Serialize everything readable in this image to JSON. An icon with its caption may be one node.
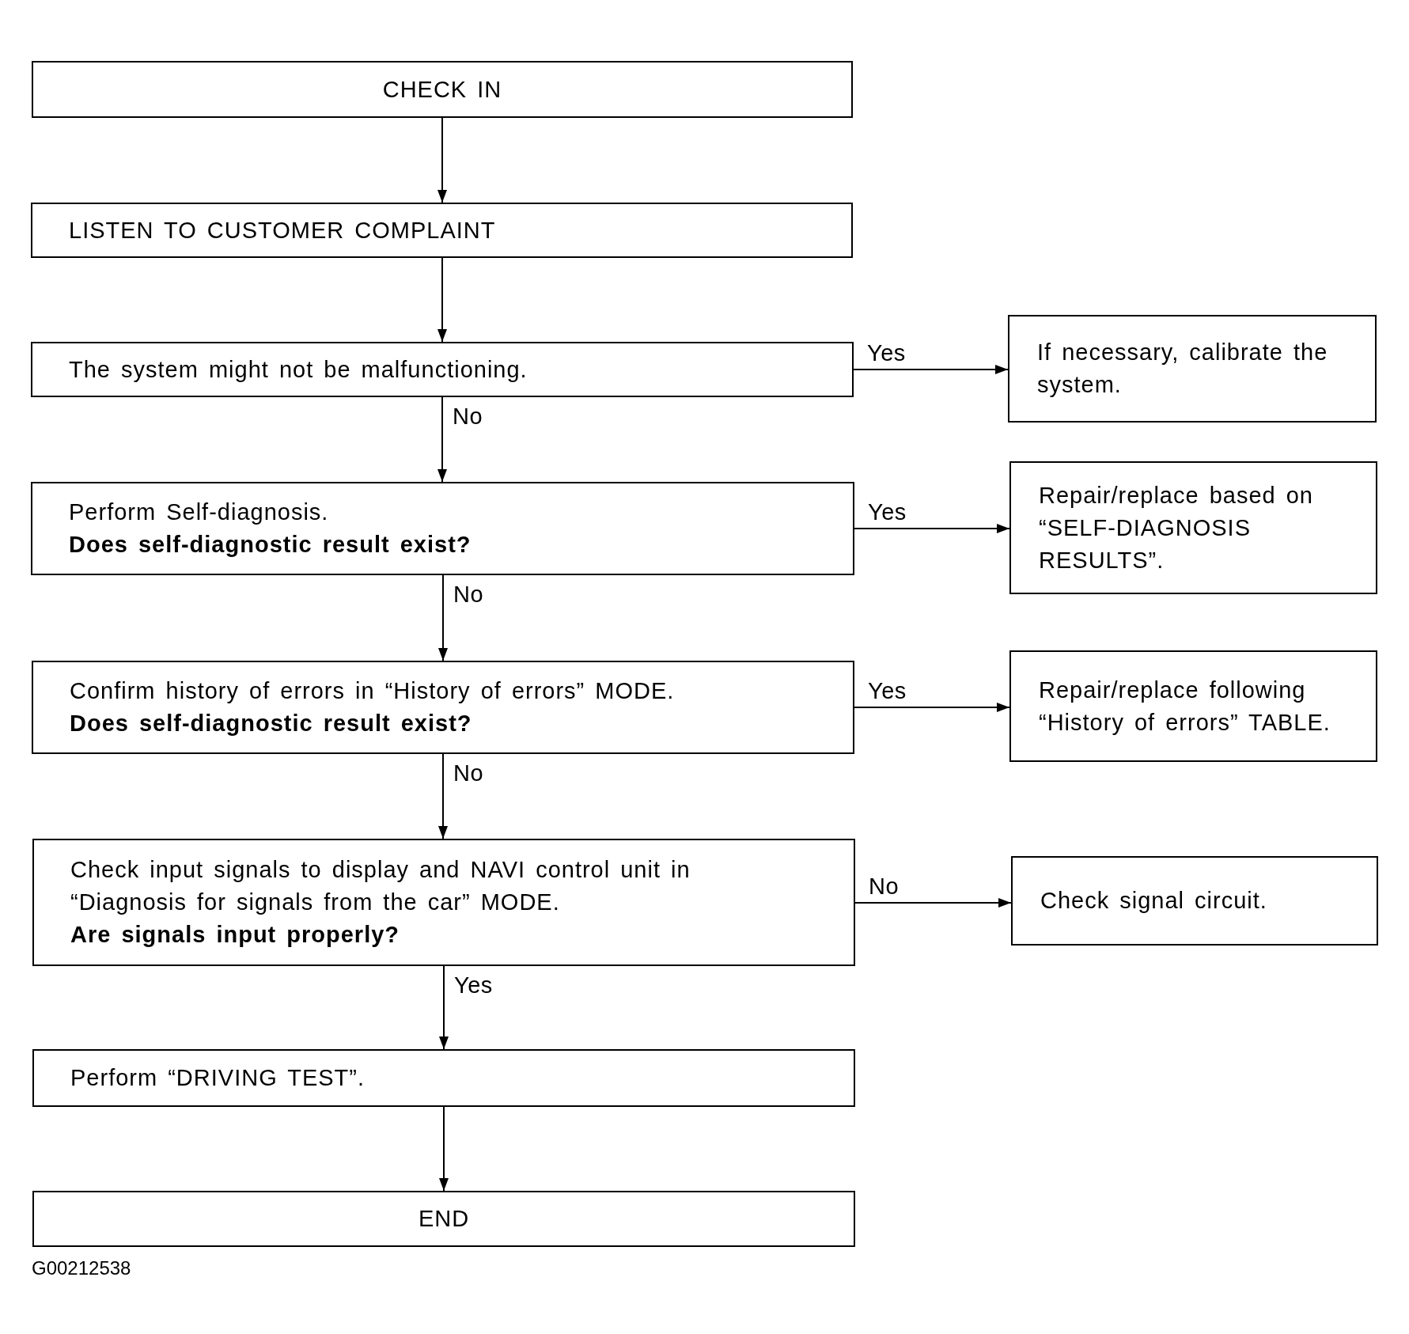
{
  "diagram": {
    "nodes": [
      {
        "text": [
          "CHECK IN"
        ]
      },
      {
        "text": [
          "LISTEN TO CUSTOMER COMPLAINT"
        ]
      },
      {
        "text": [
          "The system might not be malfunctioning."
        ]
      },
      {
        "text": [
          "If necessary, calibrate the system."
        ]
      },
      {
        "text": [
          "Perform Self-diagnosis.",
          "Does self-diagnostic result exist?"
        ]
      },
      {
        "text": [
          "Repair/replace based on “SELF-DIAGNOSIS RESULTS”."
        ]
      },
      {
        "text": [
          "Confirm history of errors in “History of errors” MODE.",
          "Does self-diagnostic result exist?"
        ]
      },
      {
        "text": [
          "Repair/replace following “History of errors” TABLE."
        ]
      },
      {
        "text": [
          "Check input signals to display and NAVI control unit in “Diagnosis for signals from the car” MODE.",
          "Are signals input properly?"
        ]
      },
      {
        "text": [
          "Check signal circuit."
        ]
      },
      {
        "text": [
          "Perform “DRIVING TEST”."
        ]
      },
      {
        "text": [
          "END"
        ]
      }
    ],
    "edges": [
      {
        "from": 0,
        "to": 1,
        "arrow": "to"
      },
      {
        "from": 1,
        "to": 2,
        "arrow": "to"
      },
      {
        "from": 2,
        "to": 3,
        "label": "Yes",
        "arrow": "to"
      },
      {
        "from": 2,
        "to": 4,
        "label": "No",
        "arrow": "to"
      },
      {
        "from": 4,
        "to": 5,
        "label": "Yes",
        "arrow": "to"
      },
      {
        "from": 4,
        "to": 6,
        "label": "No",
        "arrow": "to"
      },
      {
        "from": 6,
        "to": 7,
        "label": "Yes",
        "arrow": "to"
      },
      {
        "from": 6,
        "to": 8,
        "label": "No",
        "arrow": "to"
      },
      {
        "from": 8,
        "to": 9,
        "label": "No",
        "arrow": "to"
      },
      {
        "from": 8,
        "to": 10,
        "label": "Yes",
        "arrow": "to"
      },
      {
        "from": 10,
        "to": 11,
        "arrow": "to"
      }
    ],
    "labels": [
      "G00212538"
    ]
  }
}
